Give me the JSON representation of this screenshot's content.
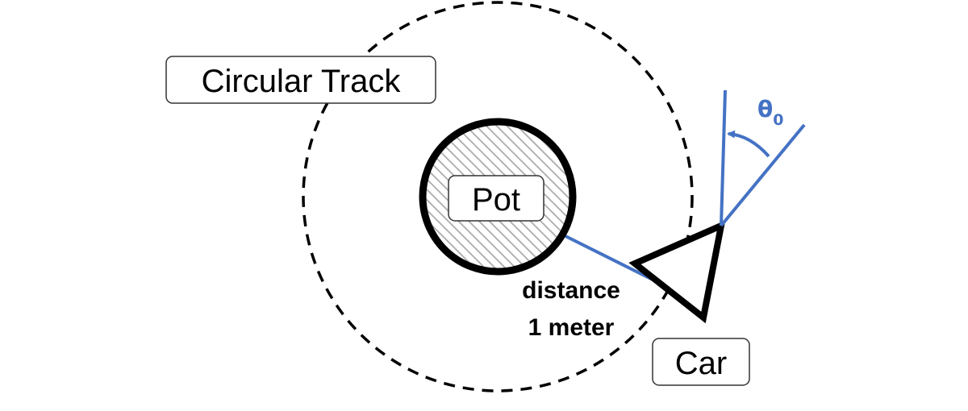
{
  "labels": {
    "track": "Circular Track",
    "pot": "Pot",
    "car": "Car",
    "distance_line1": "distance",
    "distance_line2": "1 meter",
    "angle_symbol": "θ",
    "angle_subscript": "0"
  },
  "colors": {
    "accent": "#4472C4",
    "outline": "#000000",
    "hatch": "#aaaaaa"
  }
}
